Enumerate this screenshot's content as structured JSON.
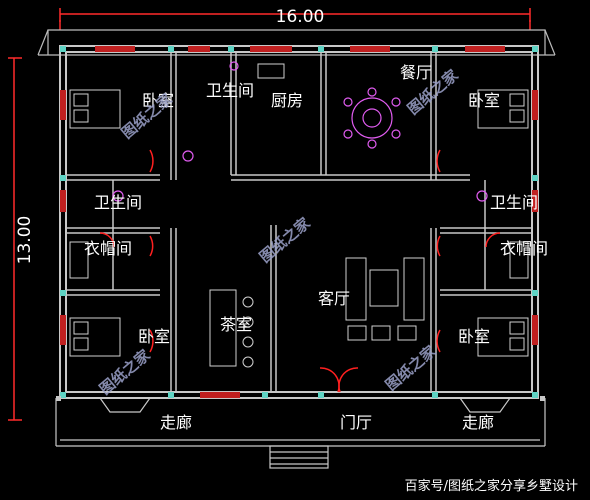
{
  "dimensions": {
    "width": "16.00",
    "height": "13.00"
  },
  "rooms": {
    "bedroom_nw": "卧室",
    "bath_n": "卫生间",
    "kitchen": "厨房",
    "dining": "餐厅",
    "bedroom_ne": "卧室",
    "bath_w": "卫生间",
    "bath_e": "卫生间",
    "closet_w": "衣帽间",
    "closet_e": "衣帽间",
    "tea_room": "茶室",
    "living": "客厅",
    "bedroom_sw": "卧室",
    "bedroom_se": "卧室",
    "corridor_w": "走廊",
    "foyer": "门厅",
    "corridor_e": "走廊"
  },
  "watermark": "图纸之家",
  "credit": "百家号/图纸之家分享乡墅设计",
  "colors": {
    "background": "#000000",
    "wall": "#c8c8c8",
    "wall_fill": "#5fd3c4",
    "dimension": "#ff2a2a",
    "door": "#ff2020",
    "furniture": "#e05cf0",
    "window": "#c02020"
  }
}
